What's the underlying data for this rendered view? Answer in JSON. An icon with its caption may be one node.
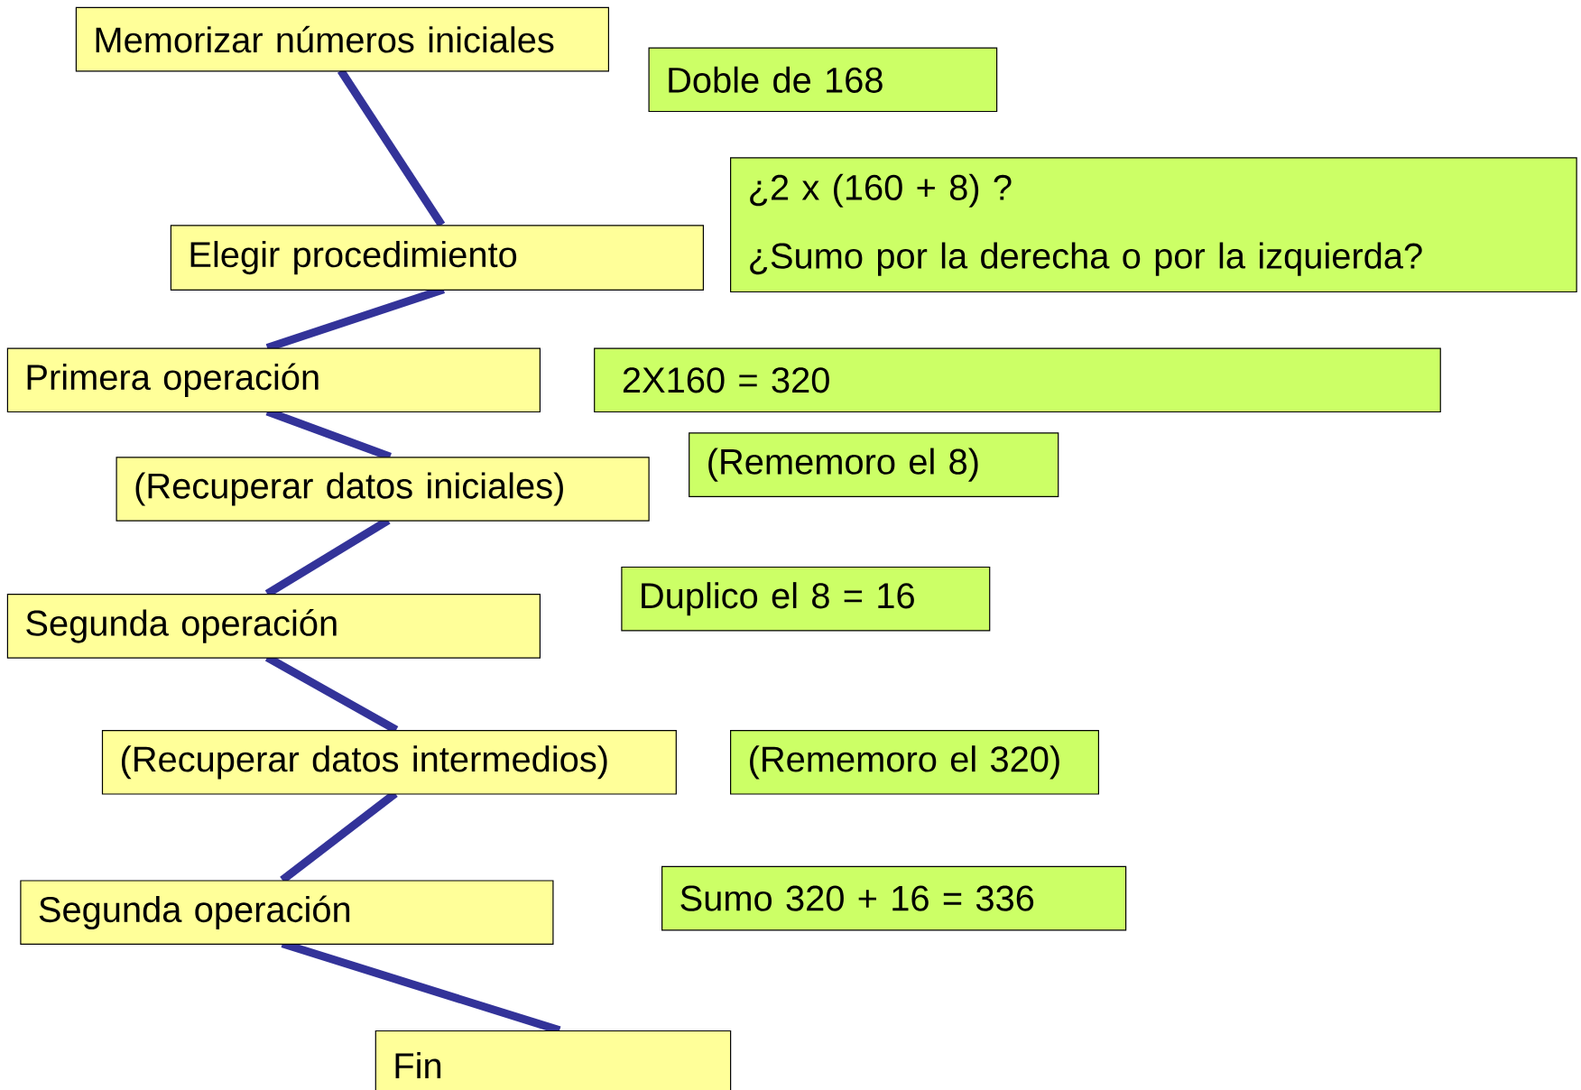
{
  "diagram": {
    "nodes": [
      {
        "text": [
          "Memorizar números iniciales"
        ]
      },
      {
        "text": [
          "Doble de 168"
        ]
      },
      {
        "text": [
          "¿2 x (160 + 8) ?",
          "¿Sumo por la derecha o por la izquierda?"
        ]
      },
      {
        "text": [
          "Elegir procedimiento"
        ]
      },
      {
        "text": [
          "Primera operación"
        ]
      },
      {
        "text": [
          "2X160 = 320"
        ]
      },
      {
        "text": [
          "(Rememoro el 8)"
        ]
      },
      {
        "text": [
          "(Recuperar datos iniciales)"
        ]
      },
      {
        "text": [
          "Duplico el 8 = 16"
        ]
      },
      {
        "text": [
          "Segunda operación"
        ]
      },
      {
        "text": [
          "(Recuperar datos intermedios)"
        ]
      },
      {
        "text": [
          "(Rememoro el 320)"
        ]
      },
      {
        "text": [
          "Sumo 320 + 16 = 336"
        ]
      },
      {
        "text": [
          "Segunda operación"
        ]
      },
      {
        "text": [
          "Fin"
        ]
      }
    ],
    "edges": [
      {
        "from": 0,
        "to": 3,
        "arrow": "none"
      },
      {
        "from": 3,
        "to": 4,
        "arrow": "none"
      },
      {
        "from": 4,
        "to": 7,
        "arrow": "none"
      },
      {
        "from": 7,
        "to": 9,
        "arrow": "none"
      },
      {
        "from": 9,
        "to": 10,
        "arrow": "none"
      },
      {
        "from": 10,
        "to": 13,
        "arrow": "none"
      },
      {
        "from": 13,
        "to": 14,
        "arrow": "none"
      }
    ]
  }
}
